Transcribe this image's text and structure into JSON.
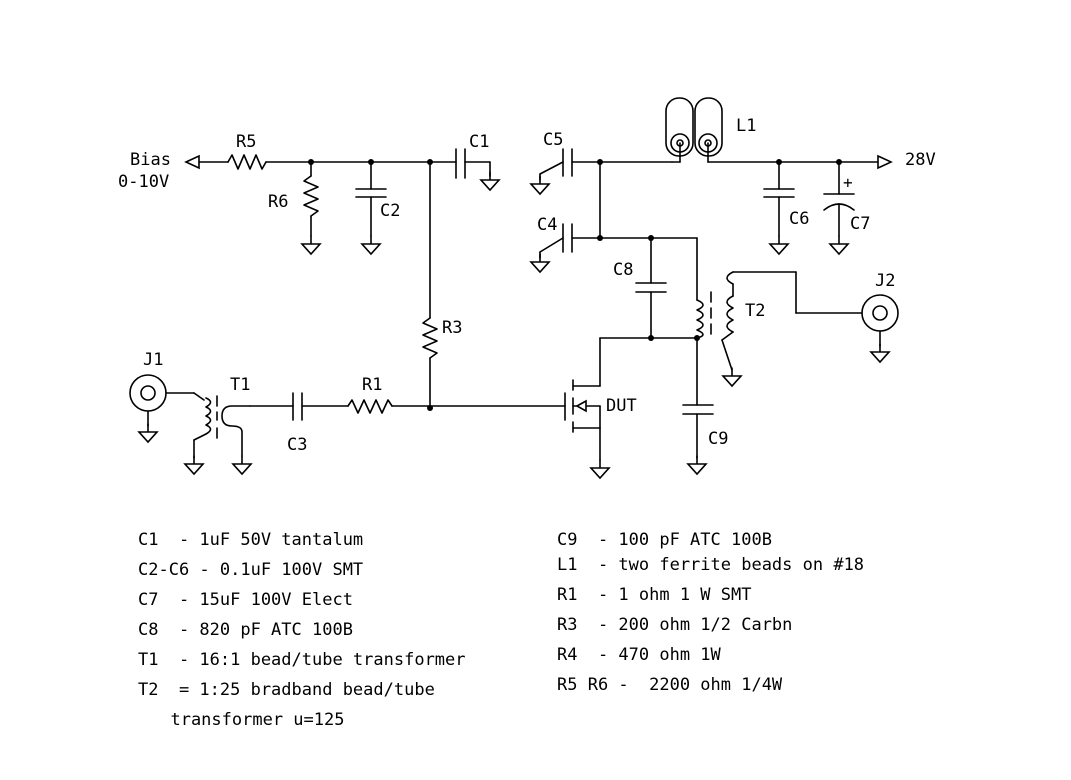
{
  "labels": {
    "bias": "Bias",
    "bias_range": "0-10V",
    "supply": "28V",
    "R5": "R5",
    "R6": "R6",
    "R3": "R3",
    "R1": "R1",
    "C1": "C1",
    "C2": "C2",
    "C3": "C3",
    "C4": "C4",
    "C5": "C5",
    "C6": "C6",
    "C7": "C7",
    "C7_plus": "+",
    "C8": "C8",
    "C9": "C9",
    "L1": "L1",
    "T1": "T1",
    "T2": "T2",
    "J1": "J1",
    "J2": "J2",
    "DUT": "DUT"
  },
  "parts_list": {
    "left": [
      "C1  - 1uF 50V tantalum",
      "C2-C6 - 0.1uF 100V SMT",
      "C7  - 15uF 100V Elect",
      "C8  - 820 pF ATC 100B",
      "T1  - 16:1 bead/tube transformer",
      "T2  = 1:25 bradband bead/tube",
      "  transformer u=125"
    ],
    "right": [
      "C9  - 100 pF ATC 100B",
      "L1  - two ferrite beads on #18",
      "R1  - 1 ohm 1 W SMT",
      "R3  - 200 ohm 1/2 Carbn",
      "R4  - 470 ohm 1W",
      "R5 R6 -  2200 ohm 1/4W"
    ]
  }
}
